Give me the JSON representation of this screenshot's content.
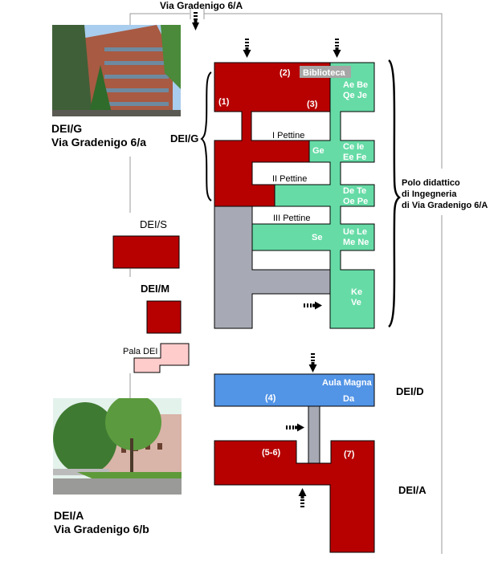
{
  "title": "Via Gradenigo 6/A",
  "colors": {
    "dei_red": "#b70000",
    "teaching_green": "#66dba6",
    "corridor_gray": "#a7aab4",
    "aula_blue": "#5294e6",
    "pala_pink": "#ffcccc",
    "biblioteca_gray": "#a6a6a6",
    "connector_line": "#999999"
  },
  "photos": {
    "dei_g": {
      "caption_line1": "DEI/G",
      "caption_line2": "Via Gradenigo 6/a"
    },
    "dei_a": {
      "caption_line1": "DEI/A",
      "caption_line2": "Via Gradenigo 6/b"
    }
  },
  "buildings": {
    "dei_g": {
      "side_label": "DEI/G",
      "labels": {
        "n1": "(1)",
        "n2": "(2)",
        "n3": "(3)",
        "biblioteca": "Biblioteca",
        "ge": "Ge",
        "se": "Se"
      },
      "pettini": [
        "I Pettine",
        "II Pettine",
        "III Pettine"
      ],
      "classrooms": {
        "row1_a": "Ae Be",
        "row1_b": "Qe Je",
        "row2_a": "Ce Ie",
        "row2_b": "Ee Fe",
        "row3_a": "De Te",
        "row3_b": "Oe Pe",
        "row4_a": "Ue Le",
        "row4_b": "Me Ne",
        "row5_a": "Ke",
        "row5_b": "Ve"
      }
    },
    "dei_s": {
      "label": "DEI/S"
    },
    "dei_m": {
      "label": "DEI/M"
    },
    "pala_dei": {
      "label": "Pala DEI"
    },
    "dei_d": {
      "label": "DEI/D",
      "aula_magna": "Aula Magna",
      "n4": "(4)",
      "da": "Da"
    },
    "dei_a": {
      "label": "DEI/A",
      "n56": "(5-6)",
      "n7": "(7)"
    }
  },
  "polo": {
    "line1": "Polo didattico",
    "line2": "di Ingegneria",
    "line3": "di Via Gradenigo 6/A"
  }
}
